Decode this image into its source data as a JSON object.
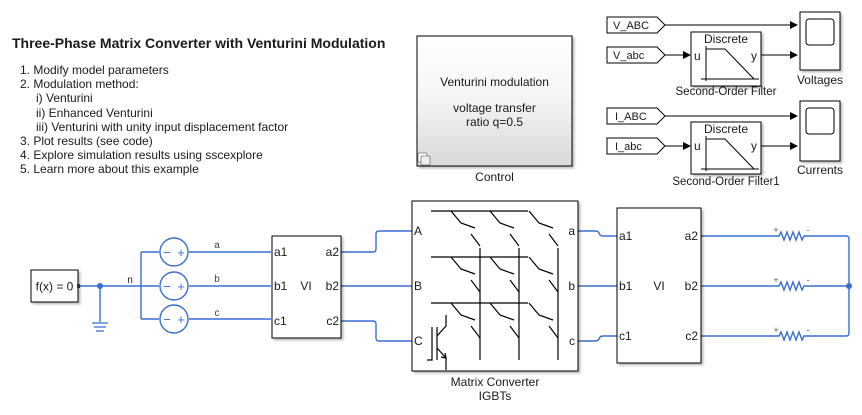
{
  "annotation": {
    "title": "Three-Phase Matrix Converter with Venturini Modulation",
    "steps": [
      "1. Modify model parameters",
      "2. Modulation method:",
      "   i) Venturini",
      "   ii) Enhanced Venturini",
      "   iii) Venturini with unity input displacement factor",
      "3. Plot results (see code)",
      "4. Explore simulation results using sscexplore",
      "5. Learn more about this example"
    ]
  },
  "control": {
    "line1": "Venturini modulation",
    "line2": "voltage transfer",
    "line3": "ratio q=0.5",
    "label": "Control"
  },
  "voltage_branch": {
    "goto_upper": "V_ABC",
    "goto_lower": "V_abc",
    "filter_title": "Discrete",
    "filter_in": "u",
    "filter_out": "y",
    "filter_label": "Second-Order Filter",
    "scope_label": "Voltages"
  },
  "current_branch": {
    "goto_upper": "I_ABC",
    "goto_lower": "I_abc",
    "filter_title": "Discrete",
    "filter_in": "u",
    "filter_out": "y",
    "filter_label": "Second-Order Filter1",
    "scope_label": "Currents"
  },
  "solver": {
    "label": "f(x) = 0"
  },
  "source": {
    "neutral_label": "n",
    "phase_labels": [
      "a",
      "b",
      "c"
    ],
    "minus": "−",
    "plus": "+"
  },
  "vi_left": {
    "center": "VI",
    "ports_in": [
      "a1",
      "b1",
      "c1"
    ],
    "ports_out": [
      "a2",
      "b2",
      "c2"
    ]
  },
  "matrix_converter": {
    "ports_in": [
      "A",
      "B",
      "C"
    ],
    "ports_out": [
      "a",
      "b",
      "c"
    ],
    "label1": "Matrix Converter",
    "label2": "IGBTs"
  },
  "vi_right": {
    "center": "VI",
    "ports_in": [
      "a1",
      "b1",
      "c1"
    ],
    "ports_out": [
      "a2",
      "b2",
      "c2"
    ]
  },
  "load": {
    "plus": "+",
    "minus": "-"
  },
  "colors": {
    "wire": "#3a6fd0",
    "signal": "#000000"
  }
}
